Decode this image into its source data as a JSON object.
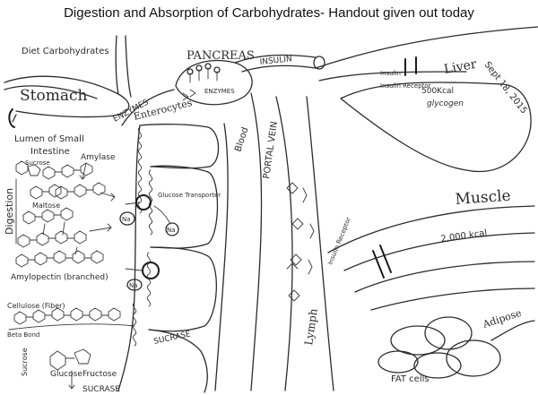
{
  "title": "Digestion and Absorption of Carbohydrates- Handout given out today",
  "labels": {
    "diet_carbs": "Diet Carbohydrates",
    "stomach": "Stomach",
    "lumen": "Lumen of Small",
    "intestine": "Intestine",
    "digestion": "Digestion",
    "sucrose_top": "Sucrose",
    "maltose": "Maltose",
    "amylase": "Amylase",
    "amylopectin": "Amylopectin (branched)",
    "cellulose": "Cellulose (Fiber)",
    "beta_bond": "Beta Bond",
    "sucrose_bottom": "Sucrose",
    "glucose": "Glucose",
    "fructose": "Fructose",
    "sucrase_bottom": "SUCRASE",
    "sucrase_mid": "SUCRASE",
    "enzymes_left": "ENZYMES",
    "enterocytes": "Enterocytes",
    "glucose_transporter": "Glucose Transporter",
    "na1": "Na",
    "na2": "Na",
    "na3": "Na",
    "pancreas": "PANCREAS",
    "enzymes_pancreas": "ENZYMES",
    "insulin": "INSULIN",
    "blood": "Blood",
    "portal_vein": "PORTAL VEIN",
    "lymph": "Lymph",
    "insulin_receptor_liver": "Insulin Receptor",
    "liver": "Liver",
    "liver_kcal": "500Kcal",
    "glycogen": "glycogen",
    "date": "Sept 18, 2015",
    "muscle": "Muscle",
    "muscle_kcal": "2,000 kcal",
    "insulin_receptor_muscle": "Insulin Receptor",
    "adipose": "Adipose",
    "fat_cells": "FAT cells"
  }
}
